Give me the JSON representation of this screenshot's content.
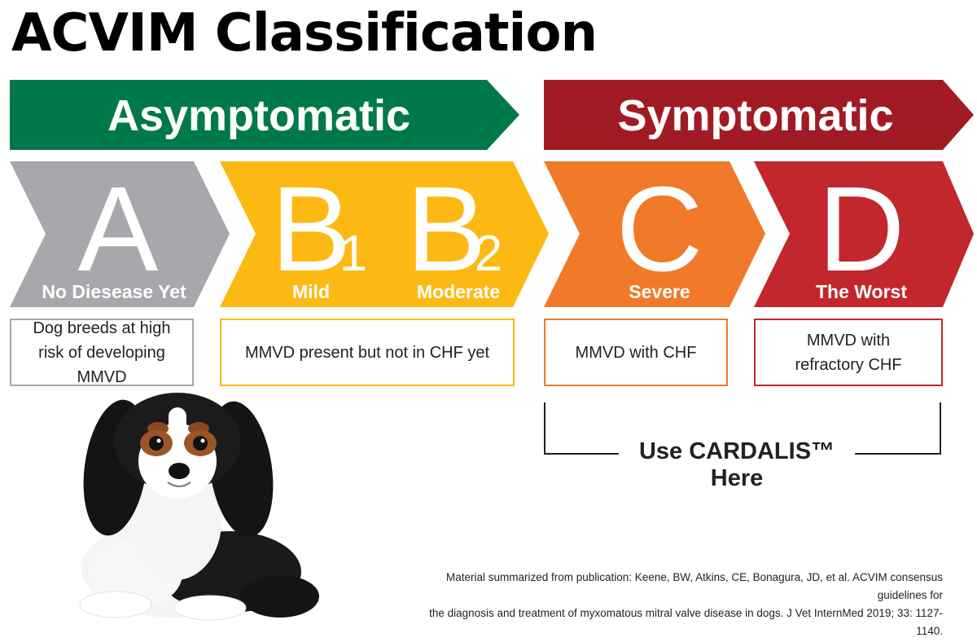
{
  "title": "ACVIM Classification",
  "banners": {
    "asymptomatic": "Asymptomatic",
    "symptomatic": "Symptomatic"
  },
  "stages": {
    "a": {
      "letter": "A",
      "label": "No Diesease Yet"
    },
    "b": {
      "letter_1": "B",
      "sub_1": "1",
      "label_1": "Mild",
      "letter_2": "B",
      "sub_2": "2",
      "label_2": "Moderate"
    },
    "c": {
      "letter": "C",
      "label": "Severe"
    },
    "d": {
      "letter": "D",
      "label": "The Worst"
    }
  },
  "descriptions": {
    "a_line1": "Dog breeds at high",
    "a_line2": "risk of developing MMVD",
    "b": "MMVD present but not in CHF yet",
    "c": "MMVD with CHF",
    "d_line1": "MMVD with",
    "d_line2": "refractory CHF"
  },
  "bracket_label": "Use CARDALIS™ Here",
  "citation": {
    "line1": "Material summarized from publication: Keene, BW, Atkins, CE, Bonagura, JD, et al. ACVIM consensus guidelines for",
    "line2": "the diagnosis and treatment of myxomatous mitral valve disease in dogs. J Vet InternMed 2019; 33: 1127-1140."
  },
  "colors": {
    "green": "#00794a",
    "dark_red": "#a01b24",
    "gray": "#a6a8ab",
    "yellow": "#fdb913",
    "orange": "#f07a2a",
    "red": "#c1272d"
  }
}
